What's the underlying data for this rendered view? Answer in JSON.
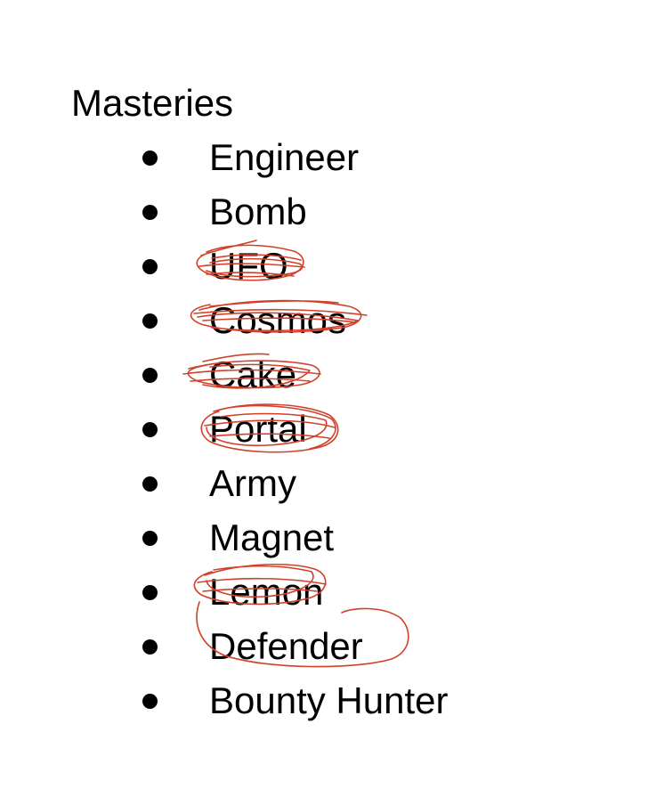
{
  "heading": "Masteries",
  "items": [
    {
      "label": "Engineer",
      "struck": false
    },
    {
      "label": "Bomb",
      "struck": false
    },
    {
      "label": "UFO",
      "struck": true
    },
    {
      "label": "Cosmos",
      "struck": true
    },
    {
      "label": "Cake",
      "struck": true
    },
    {
      "label": "Portal",
      "struck": true
    },
    {
      "label": "Army",
      "struck": false
    },
    {
      "label": "Magnet",
      "struck": false
    },
    {
      "label": "Lemon",
      "struck": true
    },
    {
      "label": "Defender",
      "struck": false,
      "circled": true
    },
    {
      "label": "Bounty Hunter",
      "struck": false
    }
  ],
  "colors": {
    "text": "#000000",
    "pen": "#d2402a",
    "background": "#ffffff"
  }
}
